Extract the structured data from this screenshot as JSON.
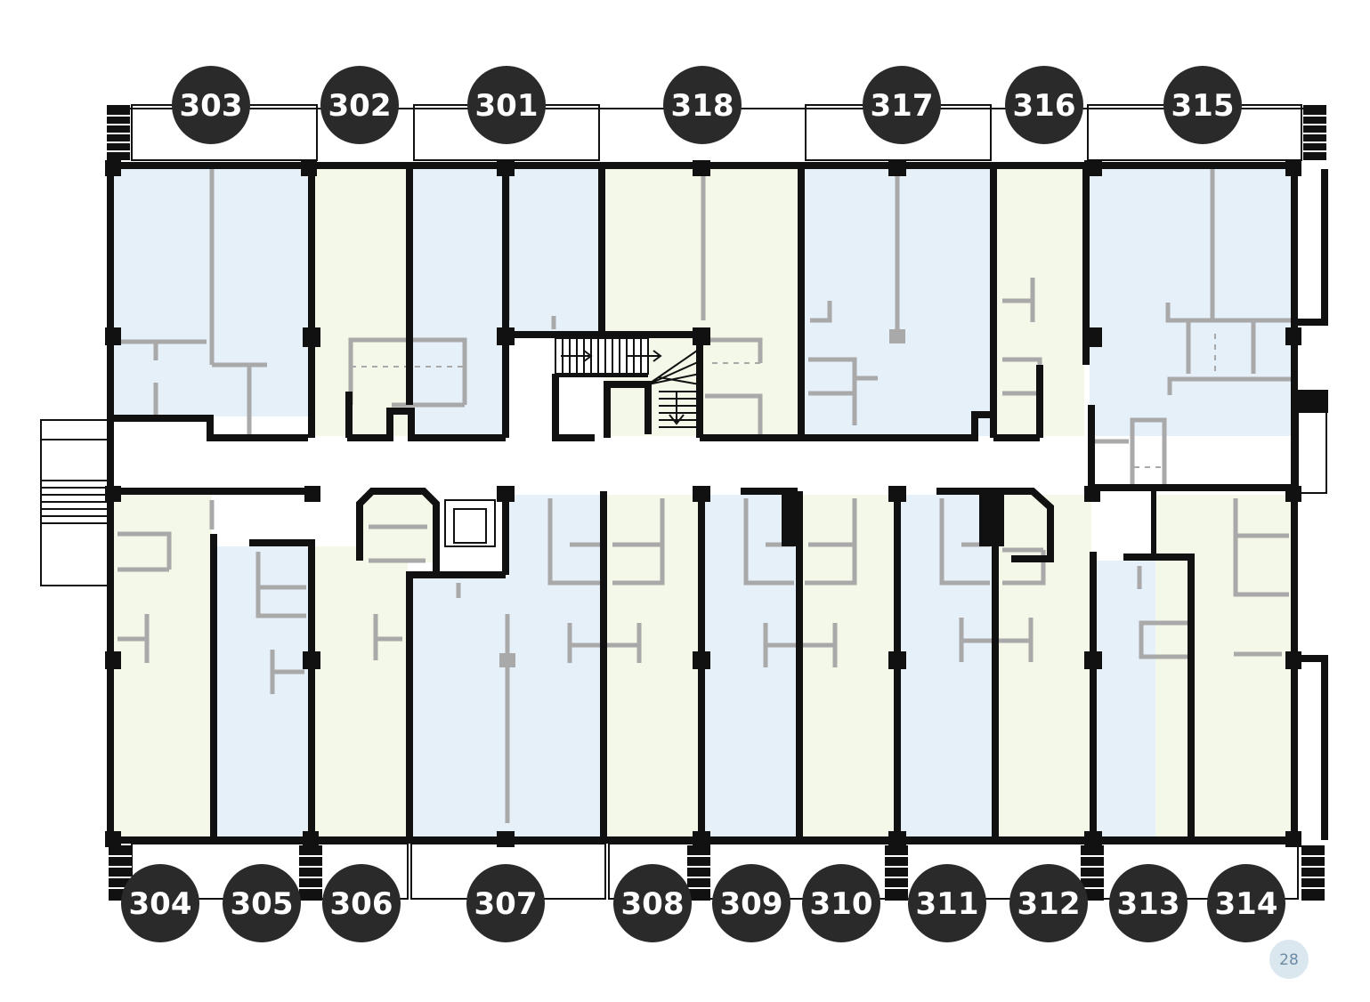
{
  "colors": {
    "wall": "#111111",
    "partition": "#a9a9a9",
    "unit_blue": "#e6f0f9",
    "unit_green": "#f4f8e8",
    "badge": "#2a2a2a",
    "badge_text": "#ffffff",
    "page_badge": "#dbe7ef",
    "page_text": "#6b8aa3"
  },
  "units_top": [
    {
      "number": "303",
      "color": "blue"
    },
    {
      "number": "302",
      "color": "green"
    },
    {
      "number": "301",
      "color": "blue"
    },
    {
      "number": "318",
      "color": "green"
    },
    {
      "number": "317",
      "color": "blue"
    },
    {
      "number": "316",
      "color": "green"
    },
    {
      "number": "315",
      "color": "blue"
    }
  ],
  "units_bottom": [
    {
      "number": "304",
      "color": "green"
    },
    {
      "number": "305",
      "color": "blue"
    },
    {
      "number": "306",
      "color": "green"
    },
    {
      "number": "307",
      "color": "blue"
    },
    {
      "number": "308",
      "color": "green"
    },
    {
      "number": "309",
      "color": "blue"
    },
    {
      "number": "310",
      "color": "green"
    },
    {
      "number": "311",
      "color": "blue"
    },
    {
      "number": "312",
      "color": "green"
    },
    {
      "number": "313",
      "color": "blue"
    },
    {
      "number": "314",
      "color": "green"
    }
  ],
  "icons": [
    "stair-icon",
    "balcony-icon"
  ],
  "page_number": "28"
}
